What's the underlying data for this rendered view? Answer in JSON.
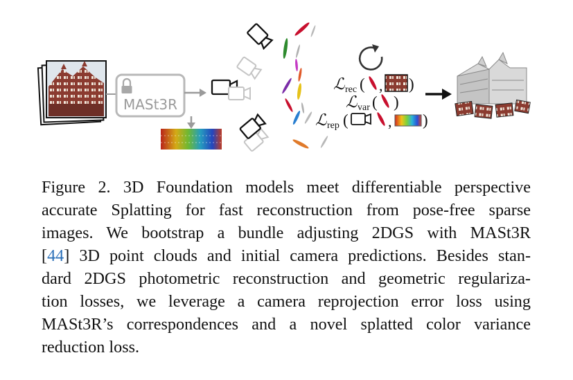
{
  "figure": {
    "model_label": "MASt3R",
    "losses": [
      {
        "symbol": "ℒ",
        "sub": "rec"
      },
      {
        "symbol": "ℒ",
        "sub": "var"
      },
      {
        "symbol": "ℒ",
        "sub": "rep"
      }
    ],
    "colors": {
      "building": "#8b3b30",
      "arrow_gray": "#9a9a9a",
      "arrow_black": "#111111",
      "splat_red": "#c8102e",
      "model_box": "#b8b8b8"
    }
  },
  "caption": {
    "lines": [
      "Figure 2.  3D Foundation models meet differentiable perspective",
      "accurate Splatting for fast reconstruction from pose-free sparse",
      "images.  We bootstrap a bundle adjusting 2DGS with MASt3R",
      "3D point clouds and initial camera predictions. Besides stan-",
      "dard 2DGS photometric reconstruction and geometric regulariza-",
      "tion losses, we leverage a camera reprojection error loss using",
      "MASt3R’s correspondences and a novel splatted color variance",
      "reduction loss."
    ],
    "ref_open": "[",
    "ref_number": "44",
    "ref_close": "]"
  }
}
